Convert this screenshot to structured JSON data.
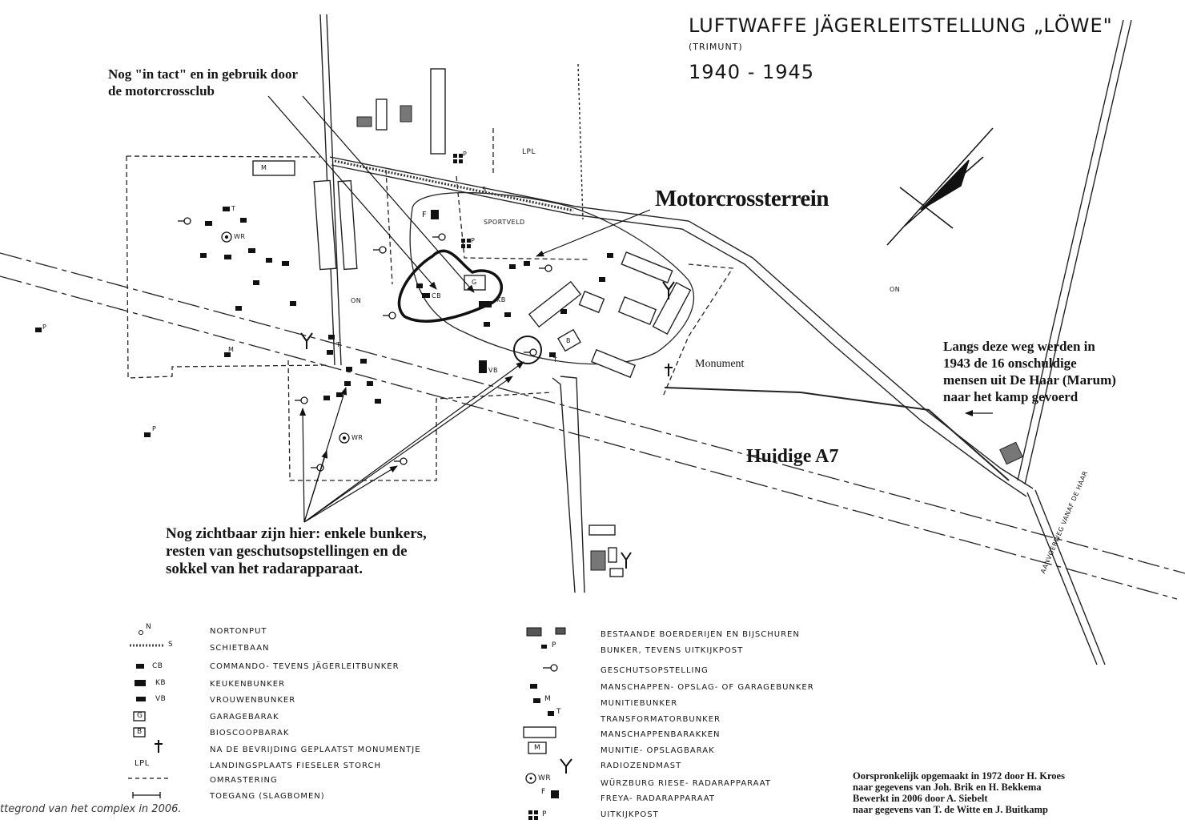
{
  "title": {
    "main": "LUFTWAFFE JÄGERLEITSTELLUNG „LÖWE\"",
    "sub": "(TRIMUNT)",
    "years": "1940 - 1945"
  },
  "map_labels": {
    "motorcross": "Motorcrossterrein",
    "highway": "Huidige A7",
    "monument": "Monument",
    "sportveld": "SPORTVELD",
    "lpl": "LPL",
    "road_label": "AANVOERWEG VANAF DE HAAR"
  },
  "annotations": {
    "in_tact_line1": "Nog \"in tact\" en in gebruik door",
    "in_tact_line2": "de motorcrossclub",
    "road_line1": "Langs deze weg werden in",
    "road_line2": "1943 de 16 onschuldige",
    "road_line3": "mensen uit De Haar (Marum)",
    "road_line4": "naar het kamp gevoerd",
    "visible_line1": "Nog zichtbaar zijn hier: enkele bunkers,",
    "visible_line2": "resten van geschutsopstellingen en de",
    "visible_line3": "sokkel van het radarapparaat."
  },
  "point_labels": [
    {
      "id": "m-top",
      "text": "M"
    },
    {
      "id": "t-1",
      "text": "T"
    },
    {
      "id": "wr-1",
      "text": "WR"
    },
    {
      "id": "on-1",
      "text": "ON"
    },
    {
      "id": "p-west",
      "text": "P"
    },
    {
      "id": "m-2",
      "text": "M"
    },
    {
      "id": "t-2",
      "text": "T"
    },
    {
      "id": "wr-2",
      "text": "WR"
    },
    {
      "id": "p-sw",
      "text": "P"
    },
    {
      "id": "p-top",
      "text": "P"
    },
    {
      "id": "s-1",
      "text": "S"
    },
    {
      "id": "f-1",
      "text": "F"
    },
    {
      "id": "p-sport",
      "text": "P"
    },
    {
      "id": "g-1",
      "text": "G"
    },
    {
      "id": "cb-1",
      "text": "CB"
    },
    {
      "id": "kb-1",
      "text": "KB"
    },
    {
      "id": "b-1",
      "text": "B"
    },
    {
      "id": "vb-1",
      "text": "VB"
    },
    {
      "id": "t-3",
      "text": "T"
    },
    {
      "id": "on-2",
      "text": "ON"
    }
  ],
  "legend_left": [
    {
      "symbol": "N",
      "label": "NORTONPUT"
    },
    {
      "symbol": "S",
      "label": "SCHIETBAAN"
    },
    {
      "symbol": "CB",
      "label": "COMMANDO- TEVENS  JÄGERLEITBUNKER"
    },
    {
      "symbol": "KB",
      "label": "KEUKENBUNKER"
    },
    {
      "symbol": "VB",
      "label": "VROUWENBUNKER"
    },
    {
      "symbol": "G",
      "label": "GARAGEBARAK"
    },
    {
      "symbol": "B",
      "label": "BIOSCOOPBARAK"
    },
    {
      "symbol": "†",
      "label": "NA DE BEVRIJDING GEPLAATST MONUMENTJE"
    },
    {
      "symbol": "LPL",
      "label": "LANDINGSPLAATS  FIESELER STORCH"
    },
    {
      "symbol": "",
      "label": "OMRASTERING"
    },
    {
      "symbol": "",
      "label": "TOEGANG   (SLAGBOMEN)"
    }
  ],
  "legend_right": [
    {
      "symbol": "",
      "label": "BESTAANDE  BOERDERIJEN EN BIJSCHUREN"
    },
    {
      "symbol": "P",
      "label": "BUNKER, TEVENS  UITKIJKPOST"
    },
    {
      "symbol": "",
      "label": "GESCHUTSOPSTELLING"
    },
    {
      "symbol": "",
      "label": "MANSCHAPPEN- OPSLAG- OF GARAGEBUNKER"
    },
    {
      "symbol": "M",
      "label": "MUNITIEBUNKER"
    },
    {
      "symbol": "T",
      "label": "TRANSFORMATORBUNKER"
    },
    {
      "symbol": "",
      "label": "MANSCHAPPENBARAKKEN"
    },
    {
      "symbol": "M",
      "label": "MUNITIE- OPSLAGBARAK"
    },
    {
      "symbol": "Y",
      "label": "RADIOZENDMAST"
    },
    {
      "symbol": "WR",
      "label": "WÜRZBURG  RIESE- RADARAPPARAAT"
    },
    {
      "symbol": "F",
      "label": "FREYA- RADARAPPARAAT"
    },
    {
      "symbol": "P",
      "label": "UITKIJKPOST"
    }
  ],
  "credits": {
    "line1": "Oorspronkelijk opgemaakt in 1972 door H. Kroes",
    "line2": "naar gegevens van Joh. Brik en H. Bekkema",
    "line3": "Bewerkt in 2006 door A. Siebelt",
    "line4": "naar gegevens van T. de Witte en J. Buitkamp"
  },
  "caption": "ttegrond van het complex in 2006."
}
